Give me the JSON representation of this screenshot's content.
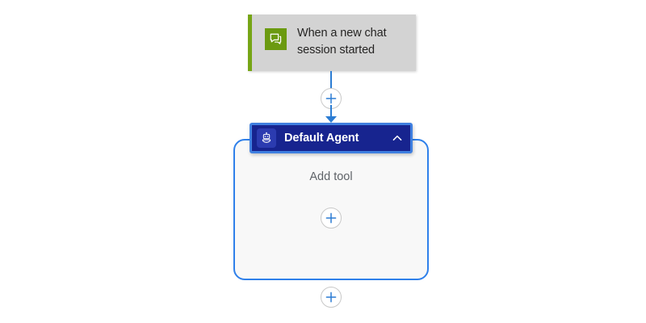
{
  "canvas": {
    "background_color": "#ffffff"
  },
  "trigger_node": {
    "label": "When a new chat session started",
    "icon": "chat-bubble-icon",
    "accent_color": "#76a515",
    "icon_background_color": "#6b9a10",
    "card_background_color": "#d3d3d3",
    "text_color": "#252423"
  },
  "connector": {
    "color": "#2b7cd3",
    "add_step_button": {
      "icon": "plus-icon",
      "label": "+"
    }
  },
  "agent_node": {
    "title": "Default Agent",
    "icon": "robot-icon",
    "header_background_color": "#17248f",
    "header_border_color": "#3f7fe0",
    "collapse_toggle": {
      "icon": "chevron-up-icon",
      "state": "expanded"
    },
    "body": {
      "background_color": "#f8f8f8",
      "border_color": "#2f80ea",
      "empty_label": "Add tool",
      "add_tool_button": {
        "icon": "plus-icon",
        "label": "+"
      }
    }
  },
  "bottom_add_button": {
    "icon": "plus-icon",
    "label": "+"
  }
}
